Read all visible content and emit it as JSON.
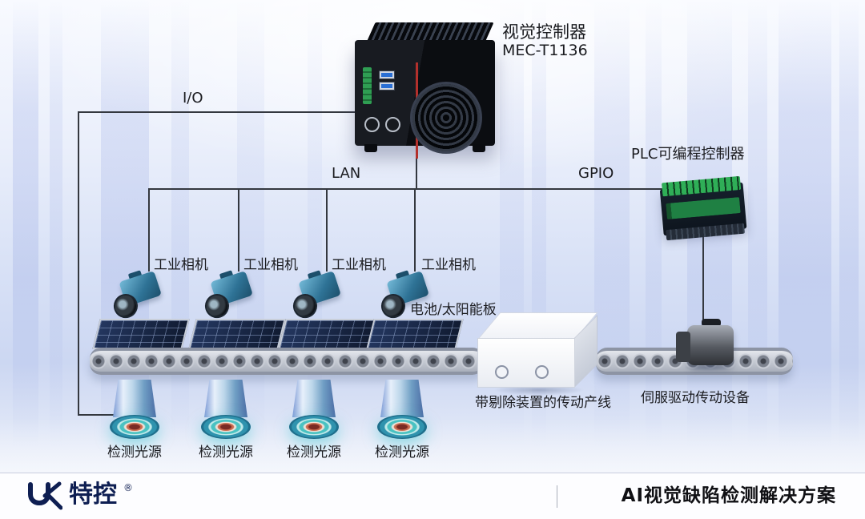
{
  "scene": {
    "controller": {
      "title": "视觉控制器",
      "model": "MEC-T1136"
    },
    "plc": {
      "label": "PLC可编程控制器"
    },
    "wires": {
      "io": "I/O",
      "lan": "LAN",
      "gpio": "GPIO"
    },
    "cameras": [
      {
        "label": "工业相机"
      },
      {
        "label": "工业相机"
      },
      {
        "label": "工业相机"
      },
      {
        "label": "工业相机"
      }
    ],
    "lights": [
      {
        "label": "检测光源"
      },
      {
        "label": "检测光源"
      },
      {
        "label": "检测光源"
      },
      {
        "label": "检测光源"
      }
    ],
    "battery_panel": {
      "label": "电池/太阳能板"
    },
    "reject_conveyor": {
      "label": "带剔除装置的传动产线"
    },
    "servo": {
      "label": "伺服驱动传动设备"
    }
  },
  "footer": {
    "brand": "特控",
    "registered_mark": "®",
    "title": "AI视觉缺陷检测解决方案"
  },
  "colors": {
    "wire": "#34383f",
    "label_text": "#1b1c20",
    "brand_navy": "#0e1e52",
    "panel_navy": "#17233e",
    "camera_teal": "#2e7295",
    "light_ring_teal": "#35b3b3",
    "footer_bg": "#fdfdff"
  }
}
